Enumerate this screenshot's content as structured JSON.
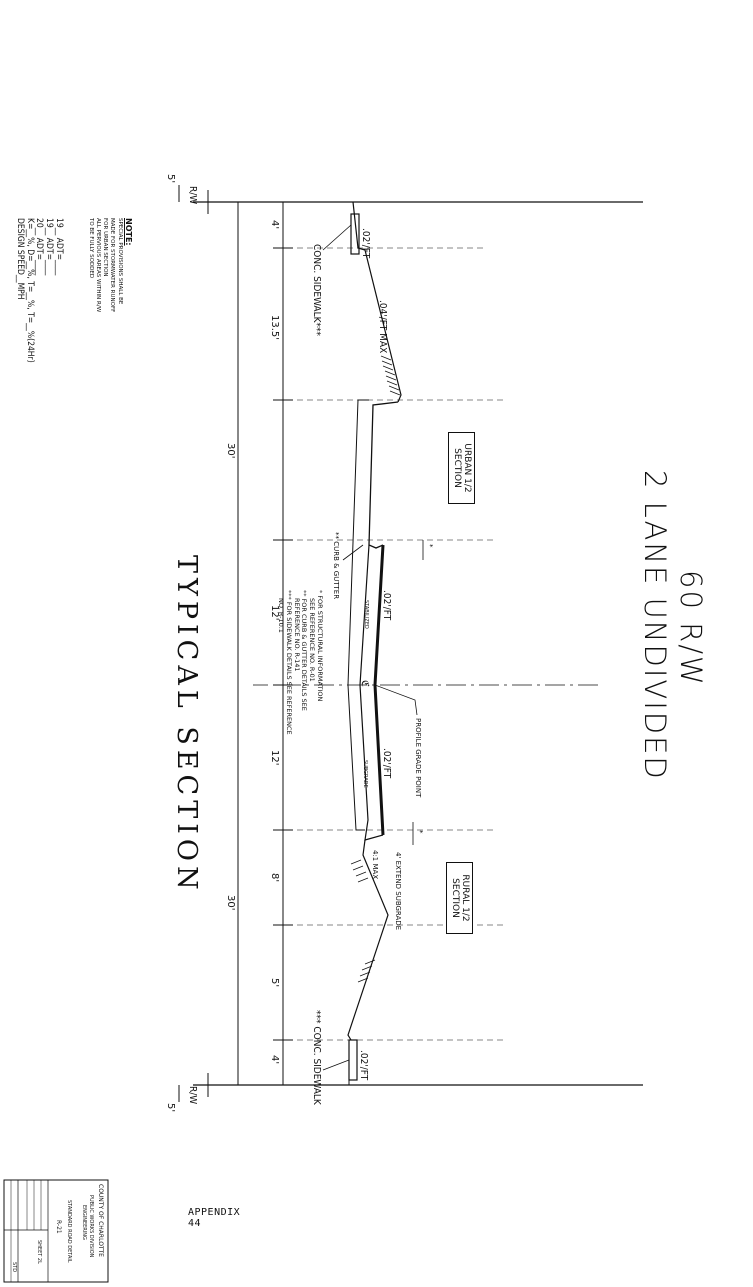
{
  "titles": {
    "line1": "60 R/W",
    "line2": "2 LANE UNDIVIDED",
    "section": "TYPICAL SECTION"
  },
  "boxes": {
    "urban": "URBAN 1/2 SECTION",
    "rural": "RURAL 1/2 SECTION"
  },
  "dimensions": {
    "left_edge": "5'",
    "right_edge": "5'",
    "left_half": "30'",
    "right_half": "30'",
    "left_sidewalk": "4'",
    "left_shoulder": "13.5'",
    "left_lane": "12'",
    "right_lane": "12'",
    "right_ditch": "8'",
    "right_berm": "5'",
    "right_sidewalk": "4'"
  },
  "labels": {
    "rw_left": "R/W",
    "rw_right": "R/W",
    "centerline": "ℭ",
    "slope_left_sidewalk": ".02'/FT",
    "slope_left_shoulder": ".04'/FT MAX",
    "slope_left_lane": ".02'/FT",
    "slope_right_lane": ".02'/FT",
    "slope_right_sidewalk": ".02'/FT",
    "profile_grade": "PROFILE GRADE POINT",
    "stabilized": "STABILIZED",
    "subgrade": "SUBGRADE",
    "extend_subgrade": "4' EXTEND SUBGRADE",
    "slope_max": "4:1 MAX",
    "curb_gutter": "** CURB & GUTTER",
    "sidewalk_left": "CONC. SIDEWALK***",
    "sidewalk_right": "*** CONC. SIDEWALK",
    "star_left": "*",
    "star_right": "*"
  },
  "note": {
    "heading": "NOTE:",
    "lines": [
      "SPECIAL PROVISIONS SHALL BE",
      "MADE FOR STORMWATER RUNOFF",
      "FOR URBAN SECTION",
      "ALL PERVIOUS AREAS WITHIN R/W",
      "TO BE FULLY SODDED"
    ]
  },
  "references": [
    "* FOR STRUCTURAL INFORMATION",
    "SEE REFERENCE NO. R-01",
    "** FOR CURB & GUTTER DETAILS SEE",
    "REFERENCE NO. R-141",
    "*** FOR SIDEWALK DETAILS SEE REFERENCE",
    "NO. R-10.1"
  ],
  "traffic": [
    "19__ ADT=____",
    "19__ ADT=____",
    "20__ ADT=____",
    "K=__%, D=__%, T=__%, T=__%(24Hr)",
    "DESIGN SPEED__MPH"
  ],
  "title_block": {
    "agency": "COUNTY OF CHARLOTTE",
    "agency_sub": "PUBLIC WORKS DIVISION",
    "agency_sub2": "ENGINEERING",
    "detail_title": "STANDARD ROAD DETAIL",
    "detail_no": "R-21",
    "sheet": "SHEET 2L",
    "std": "STD"
  },
  "appendix": "APPENDIX 44",
  "colors": {
    "ink": "#111111",
    "paper": "#ffffff"
  }
}
